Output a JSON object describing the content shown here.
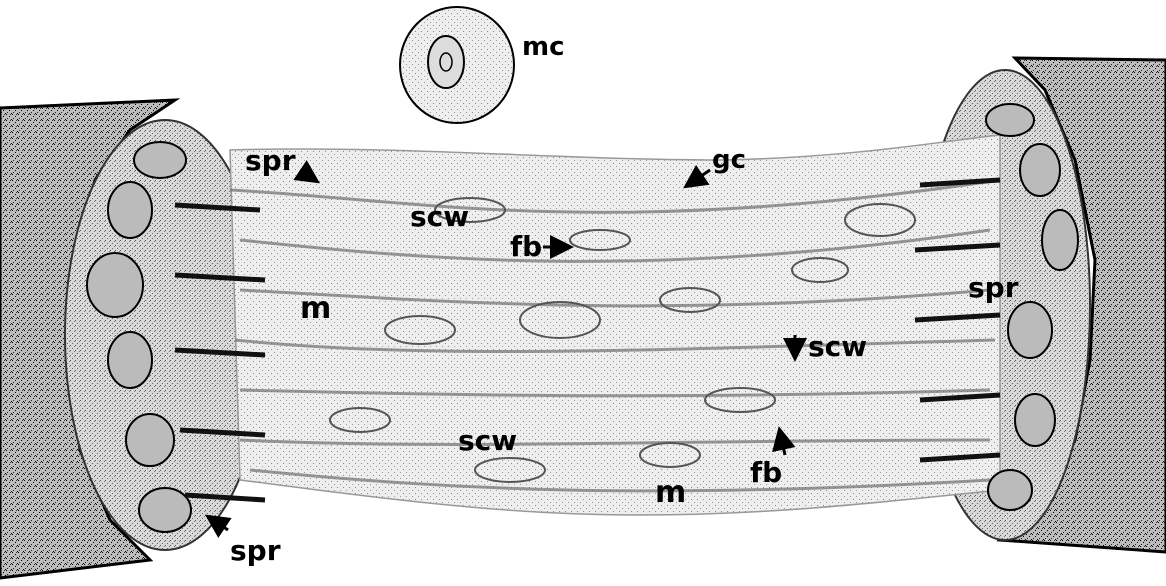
{
  "colors": {
    "ink": "#000000",
    "stipple_dark": "#4a4a4a",
    "stipple_mid": "#9a9a9a",
    "stipple_light": "#cfcfcf",
    "background": "#ffffff"
  },
  "labels": {
    "mc": "mc",
    "gc": "gc",
    "spr_top_left": "spr",
    "spr_bottom_left": "spr",
    "spr_right": "spr",
    "scw_top": "scw",
    "scw_right": "scw",
    "scw_center": "scw",
    "fb_top": "fb",
    "fb_bottom": "fb",
    "m_left": "m",
    "m_bottom": "m"
  }
}
